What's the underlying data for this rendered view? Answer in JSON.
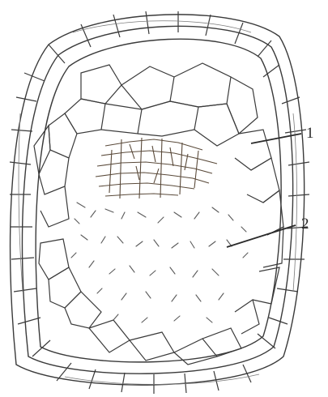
{
  "figure": {
    "labels": [
      {
        "id": "1",
        "text": "1"
      },
      {
        "id": "2",
        "text": "2"
      }
    ],
    "colors": {
      "background": "#ffffff",
      "ink": "#3a3a3a",
      "faint_ink": "#7a7a7a",
      "dense_ink": "#5a4a3a"
    }
  }
}
